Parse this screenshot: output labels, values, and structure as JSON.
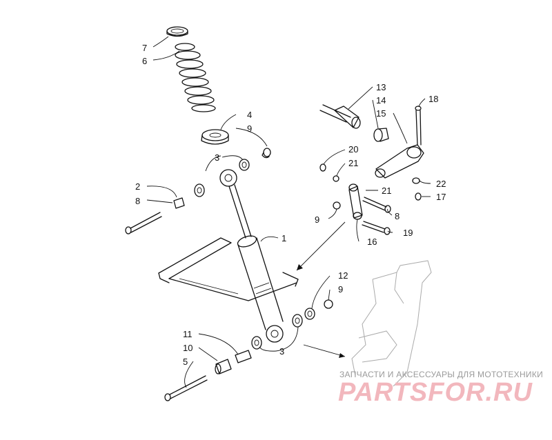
{
  "diagram": {
    "callouts": [
      {
        "id": "c7a",
        "label": "7"
      },
      {
        "id": "c6",
        "label": "6"
      },
      {
        "id": "c4",
        "label": "4"
      },
      {
        "id": "c9a",
        "label": "9"
      },
      {
        "id": "c3a",
        "label": "3"
      },
      {
        "id": "c2",
        "label": "2"
      },
      {
        "id": "c8a",
        "label": "8"
      },
      {
        "id": "c1",
        "label": "1"
      },
      {
        "id": "c13",
        "label": "13"
      },
      {
        "id": "c14",
        "label": "14"
      },
      {
        "id": "c15",
        "label": "15"
      },
      {
        "id": "c18",
        "label": "18"
      },
      {
        "id": "c20",
        "label": "20"
      },
      {
        "id": "c21a",
        "label": "21"
      },
      {
        "id": "c21b",
        "label": "21"
      },
      {
        "id": "c22",
        "label": "22"
      },
      {
        "id": "c17",
        "label": "17"
      },
      {
        "id": "c8b",
        "label": "8"
      },
      {
        "id": "c9b",
        "label": "9"
      },
      {
        "id": "c19",
        "label": "19"
      },
      {
        "id": "c16",
        "label": "16"
      },
      {
        "id": "c12",
        "label": "12"
      },
      {
        "id": "c9c",
        "label": "9"
      },
      {
        "id": "c11",
        "label": "11"
      },
      {
        "id": "c10",
        "label": "10"
      },
      {
        "id": "c5",
        "label": "5"
      },
      {
        "id": "c3b",
        "label": "3"
      }
    ]
  },
  "watermark": {
    "tagline": "ЗАПЧАСТИ И АКСЕССУАРЫ ДЛЯ МОТОТЕХНИКИ",
    "brand": "PARTSFOR.RU"
  },
  "colors": {
    "line": "#111111",
    "watermark_brand": "#f2b7bd",
    "watermark_tagline": "#9a9a9a"
  }
}
